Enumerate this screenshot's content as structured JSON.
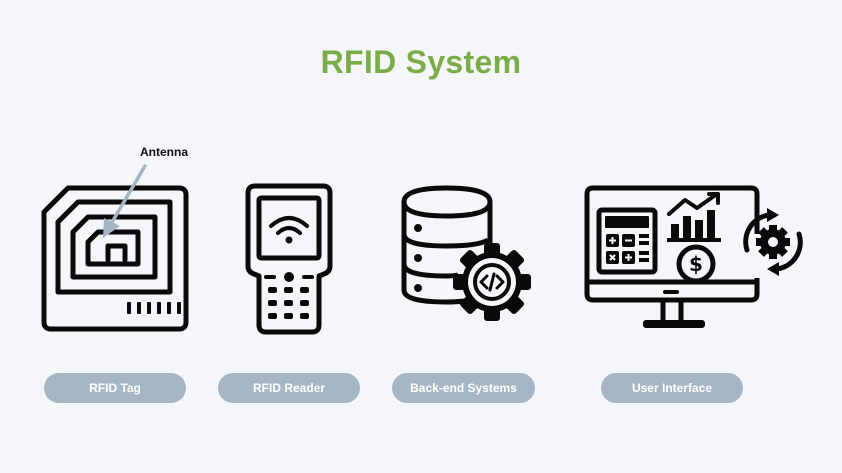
{
  "title": "RFID System",
  "colors": {
    "title": "#7aad48",
    "pill": "#a7b6c5",
    "pill_text": "#ffffff",
    "ink": "#0a0a0a",
    "arrow": "#a3b4c5",
    "background": "#f4f6f9"
  },
  "annotation": "Antenna",
  "components": [
    {
      "label": "RFID Tag",
      "icon": "rfid-tag-icon"
    },
    {
      "label": "RFID Reader",
      "icon": "handheld-reader-icon"
    },
    {
      "label": "Back-end Systems",
      "icon": "database-gear-icon"
    },
    {
      "label": "User Interface",
      "icon": "monitor-dashboard-icon"
    }
  ]
}
